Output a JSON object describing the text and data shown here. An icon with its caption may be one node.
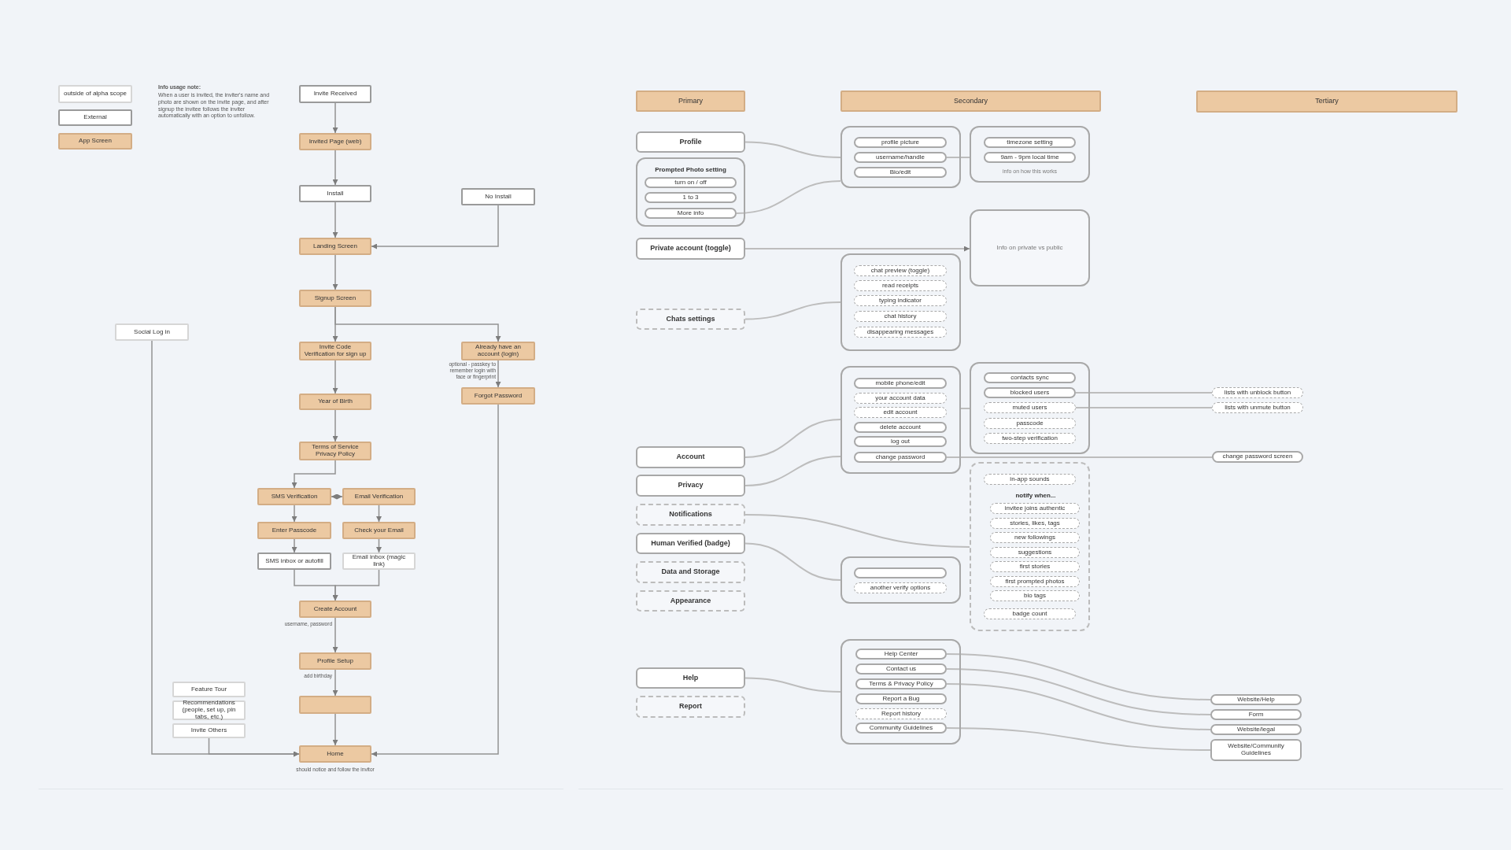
{
  "diagram": {
    "nodes": [
      {
        "text": [
          "Invite Received"
        ]
      },
      {
        "text": [
          "Invited Page (web)"
        ]
      },
      {
        "text": [
          "Install"
        ]
      },
      {
        "text": [
          "No Install"
        ]
      },
      {
        "text": [
          "Landing Screen"
        ]
      },
      {
        "text": [
          "Signup Screen"
        ]
      },
      {
        "text": [
          "Social Log in"
        ]
      },
      {
        "text": [
          "Invite Code Verification for sign up"
        ]
      },
      {
        "text": [
          "Already have an account (login)"
        ],
        "beside": [
          "optional - passkey to remember login with face or fingerprint"
        ]
      },
      {
        "text": [
          "Forgot Password"
        ]
      },
      {
        "text": [
          "Year of Birth"
        ]
      },
      {
        "text": [
          "Terms of Service Privacy Policy"
        ]
      },
      {
        "text": [
          "SMS Verification"
        ]
      },
      {
        "text": [
          "Email Verification"
        ]
      },
      {
        "text": [
          "Enter Passcode"
        ]
      },
      {
        "text": [
          "Check your Email"
        ]
      },
      {
        "text": [
          "SMS inbox or autofill"
        ]
      },
      {
        "text": [
          "Email inbox (magic link)"
        ]
      },
      {
        "text": [
          "Create Account"
        ],
        "beside": [
          "username, password"
        ]
      },
      {
        "text": [
          "Profile Setup"
        ],
        "beside": [
          "add birthday"
        ]
      },
      {
        "text": [],
        "shape": "box"
      },
      {
        "text": [
          "Feature Tour"
        ]
      },
      {
        "text": [
          "Recommendations (people, set up, pin tabs, etc.)"
        ]
      },
      {
        "text": [
          "Invite Others"
        ]
      },
      {
        "text": [
          "Home"
        ],
        "beside": [
          "should notice and follow the invitor"
        ]
      },
      {
        "text": [
          "Primary"
        ]
      },
      {
        "text": [
          "Secondary"
        ]
      },
      {
        "text": [
          "Tertiary"
        ]
      },
      {
        "text": [
          "Profile"
        ]
      },
      {
        "text": [
          "Prompted Photo setting"
        ]
      },
      {
        "text": [
          "turn on / off"
        ],
        "in": 29
      },
      {
        "text": [
          "1 to 3"
        ],
        "in": 29
      },
      {
        "text": [
          "More info"
        ],
        "in": 29
      },
      {
        "text": [],
        "shape": "box"
      },
      {
        "text": [
          "profile picture"
        ],
        "in": 33
      },
      {
        "text": [
          "username/handle"
        ],
        "in": 33
      },
      {
        "text": [
          "Bio/edit"
        ],
        "in": 33
      },
      {
        "text": [
          "info on how this works"
        ]
      },
      {
        "text": [
          "timezone setting"
        ],
        "in": 37
      },
      {
        "text": [
          "9am - 9pm local time"
        ],
        "in": 37
      },
      {
        "text": [
          "Private account (toggle)"
        ]
      },
      {
        "text": [
          "Info on private vs public"
        ]
      },
      {
        "text": [
          "Chats settings"
        ]
      },
      {
        "text": [],
        "shape": "box"
      },
      {
        "text": [
          "chat preview (toggle)"
        ],
        "in": 43
      },
      {
        "text": [
          "read receipts"
        ],
        "in": 43
      },
      {
        "text": [
          "typing indicator"
        ],
        "in": 43
      },
      {
        "text": [
          "chat history"
        ],
        "in": 43
      },
      {
        "text": [
          "disappearing messages"
        ],
        "in": 43
      },
      {
        "text": [
          "Account"
        ]
      },
      {
        "text": [
          "Privacy"
        ]
      },
      {
        "text": [],
        "shape": "box"
      },
      {
        "text": [
          "mobile phone/edit"
        ],
        "in": 51
      },
      {
        "text": [
          "your account data"
        ],
        "in": 51
      },
      {
        "text": [
          "edit account"
        ],
        "in": 51
      },
      {
        "text": [
          "delete account"
        ],
        "in": 51
      },
      {
        "text": [
          "log out"
        ],
        "in": 51
      },
      {
        "text": [
          "change password"
        ],
        "in": 51
      },
      {
        "text": [],
        "shape": "box"
      },
      {
        "text": [
          "contacts sync"
        ],
        "in": 58
      },
      {
        "text": [
          "blocked users"
        ],
        "in": 58
      },
      {
        "text": [
          "muted users"
        ],
        "in": 58
      },
      {
        "text": [
          "passcode"
        ],
        "in": 58
      },
      {
        "text": [
          "two-step verification"
        ],
        "in": 58
      },
      {
        "text": [
          "lists with unblock button"
        ]
      },
      {
        "text": [
          "lists with unmute button"
        ]
      },
      {
        "text": [
          "change password screen"
        ]
      },
      {
        "text": [
          "Notifications"
        ]
      },
      {
        "text": [
          "notify when..."
        ]
      },
      {
        "text": [
          "in-app sounds"
        ],
        "in": 68
      },
      {
        "text": [
          "invitee joins authentic"
        ],
        "in": 68
      },
      {
        "text": [
          "stories, likes, tags"
        ],
        "in": 68
      },
      {
        "text": [
          "new followings"
        ],
        "in": 68
      },
      {
        "text": [
          "suggestions"
        ],
        "in": 68
      },
      {
        "text": [
          "first stories"
        ],
        "in": 68
      },
      {
        "text": [
          "first prompted photos"
        ],
        "in": 68
      },
      {
        "text": [
          "bio tags"
        ],
        "in": 68
      },
      {
        "text": [
          "badge count"
        ],
        "in": 68
      },
      {
        "text": [
          "Human Verified (badge)"
        ]
      },
      {
        "text": [
          "Data and Storage"
        ]
      },
      {
        "text": [
          "Appearance"
        ]
      },
      {
        "text": [],
        "shape": "box"
      },
      {
        "text": [],
        "shape": "box",
        "in": 81
      },
      {
        "text": [
          "another verify options"
        ],
        "in": 81
      },
      {
        "text": [
          "Help"
        ]
      },
      {
        "text": [
          "Report"
        ]
      },
      {
        "text": [],
        "shape": "box"
      },
      {
        "text": [
          "Help Center"
        ],
        "in": 86
      },
      {
        "text": [
          "Contact us"
        ],
        "in": 86
      },
      {
        "text": [
          "Terms & Privacy Policy"
        ],
        "in": 86
      },
      {
        "text": [
          "Report a Bug"
        ],
        "in": 86
      },
      {
        "text": [
          "Report history"
        ],
        "in": 86
      },
      {
        "text": [
          "Community Guidelines"
        ],
        "in": 86
      },
      {
        "text": [
          "Website/Help"
        ]
      },
      {
        "text": [
          "Form"
        ]
      },
      {
        "text": [
          "Website/legal"
        ]
      },
      {
        "text": [
          "Website/Community Guidelines"
        ]
      }
    ],
    "edges": [
      {
        "from": 0,
        "to": 1,
        "arrow": "to"
      },
      {
        "from": 1,
        "to": 2,
        "arrow": "to"
      },
      {
        "from": 2,
        "to": 4,
        "arrow": "to"
      },
      {
        "from": 3,
        "to": 4,
        "arrow": "to"
      },
      {
        "from": 4,
        "to": 5,
        "arrow": "to"
      },
      {
        "from": 5,
        "to": 7,
        "arrow": "to"
      },
      {
        "from": 5,
        "to": 8,
        "arrow": "to"
      },
      {
        "from": 8,
        "to": 9,
        "arrow": "to"
      },
      {
        "from": 7,
        "to": 10,
        "arrow": "to"
      },
      {
        "from": 10,
        "to": 11,
        "arrow": "to"
      },
      {
        "from": 11,
        "to": 12,
        "arrow": "to"
      },
      {
        "from": 12,
        "to": 13,
        "arrow": "both"
      },
      {
        "from": 12,
        "to": 14,
        "arrow": "to"
      },
      {
        "from": 13,
        "to": 15,
        "arrow": "to"
      },
      {
        "from": 14,
        "to": 16,
        "arrow": "to"
      },
      {
        "from": 15,
        "to": 17,
        "arrow": "to"
      },
      {
        "from": 16,
        "to": 18,
        "arrow": "to"
      },
      {
        "from": 17,
        "to": 18,
        "arrow": "to"
      },
      {
        "from": 18,
        "to": 19,
        "arrow": "to"
      },
      {
        "from": 19,
        "to": 20,
        "arrow": "to"
      },
      {
        "from": 20,
        "to": 24,
        "arrow": "to"
      },
      {
        "from": 6,
        "to": 24,
        "arrow": "to"
      },
      {
        "from": 23,
        "to": 24,
        "arrow": "to"
      },
      {
        "from": 9,
        "to": 24,
        "arrow": "to"
      },
      {
        "from": 28,
        "to": 33,
        "arrow": "none"
      },
      {
        "from": 32,
        "to": 33,
        "arrow": "none"
      },
      {
        "from": 35,
        "to": 37,
        "arrow": "none"
      },
      {
        "from": 40,
        "to": 41,
        "arrow": "to"
      },
      {
        "from": 42,
        "to": 43,
        "arrow": "none"
      },
      {
        "from": 49,
        "to": 51,
        "arrow": "none"
      },
      {
        "from": 50,
        "to": 51,
        "arrow": "none"
      },
      {
        "from": 51,
        "to": 58,
        "arrow": "none"
      },
      {
        "from": 60,
        "to": 64,
        "arrow": "none"
      },
      {
        "from": 61,
        "to": 65,
        "arrow": "none"
      },
      {
        "from": 57,
        "to": 66,
        "arrow": "none"
      },
      {
        "from": 67,
        "to": 68,
        "arrow": "none"
      },
      {
        "from": 78,
        "to": 81,
        "arrow": "none"
      },
      {
        "from": 84,
        "to": 86,
        "arrow": "none"
      },
      {
        "from": 87,
        "to": 93,
        "arrow": "none"
      },
      {
        "from": 88,
        "to": 94,
        "arrow": "none"
      },
      {
        "from": 89,
        "to": 95,
        "arrow": "none"
      },
      {
        "from": 92,
        "to": 96,
        "arrow": "none"
      }
    ],
    "labels": [
      "Info usage note:",
      "When a user is invited, the inviter's name and photo are shown on the invite page, and after signup the invitee follows the inviter automatically with an option to unfollow."
    ],
    "legend": [
      {
        "text": "outside of alpha scope"
      },
      {
        "text": "External",
        "color": "#ffffff"
      },
      {
        "text": "App Screen",
        "color": "#ecc9a2"
      }
    ]
  }
}
